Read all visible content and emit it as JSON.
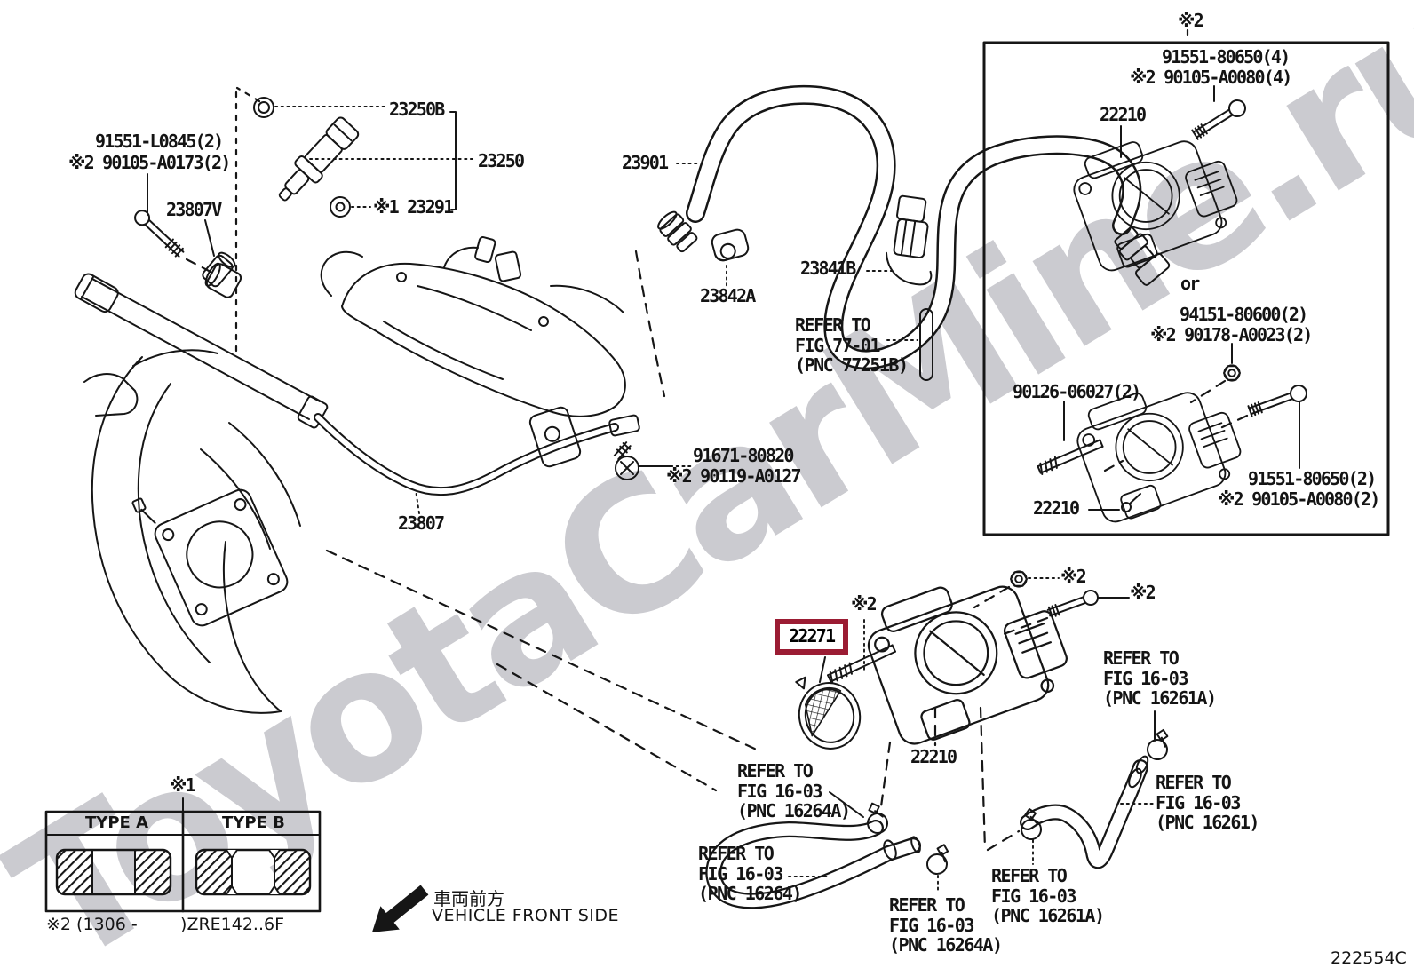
{
  "colors": {
    "line": "#161616",
    "highlight_box": "#9b1c33",
    "watermark": "#c9c9ce"
  },
  "watermark": "ToyotaCarMine.ru",
  "diagram_code": "222554C",
  "front_marker": {
    "jp": "車両前方",
    "en": "VEHICLE FRONT SIDE"
  },
  "legend_table": {
    "marker": "※1",
    "type_a": "TYPE A",
    "type_b": "TYPE B",
    "footnote": "※2 (1306 -        )ZRE142..6F"
  },
  "labels": {
    "rail_bolt_1": "91551-L0845(2)",
    "rail_bolt_2": "※2 90105-A0173(2)",
    "p23807v": "23807V",
    "p23250b": "23250B",
    "p23250": "23250",
    "p23291": "※1 23291",
    "p23901": "23901",
    "p23842a": "23842A",
    "p23841b": "23841B",
    "p23807": "23807",
    "p91671_1": "91671-80820",
    "p91671_2": "※2 90119-A0127",
    "refer_7701": [
      "REFER TO",
      "FIG 77-01",
      "(PNC 77251B)"
    ]
  },
  "box": {
    "marker": "※2",
    "bolt4_1": "91551-80650(4)",
    "bolt4_2": "※2 90105-A0080(4)",
    "p22210_top": "22210",
    "or_text": "or",
    "nut_1": "94151-80600(2)",
    "nut_2": "※2 90178-A0023(2)",
    "stud": "90126-06027(2)",
    "bolt2_1": "91551-80650(2)",
    "bolt2_2": "※2 90105-A0080(2)",
    "p22210_bottom": "22210"
  },
  "mid": {
    "x2_nut": "※2",
    "x2_bolt": "※2",
    "x2_stud": "※2",
    "p22271": "22271",
    "p22210": "22210",
    "refer_16264a_top": [
      "REFER TO",
      "FIG 16-03",
      "(PNC 16264A)"
    ],
    "refer_16264": [
      "REFER TO",
      "FIG 16-03",
      "(PNC 16264)"
    ],
    "refer_16264a_bottom": [
      "REFER TO",
      "FIG 16-03",
      "(PNC 16264A)"
    ],
    "refer_16261a_mid": [
      "REFER TO",
      "FIG 16-03",
      "(PNC 16261A)"
    ],
    "refer_16261a_top": [
      "REFER TO",
      "FIG 16-03",
      "(PNC 16261A)"
    ],
    "refer_16261": [
      "REFER TO",
      "FIG 16-03",
      "(PNC 16261)"
    ]
  }
}
